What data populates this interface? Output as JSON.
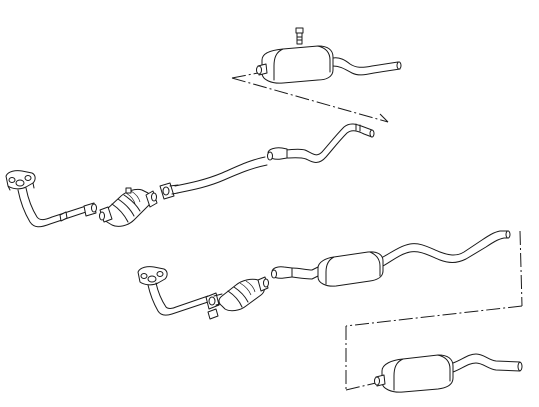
{
  "diagram": {
    "parts": [
      {
        "name": "rear-muffler-upper"
      },
      {
        "name": "muffler-clamp-bolt"
      },
      {
        "name": "intermediate-pipe-upper"
      },
      {
        "name": "catalytic-converter-upper"
      },
      {
        "name": "front-pipe-upper"
      },
      {
        "name": "exhaust-manifold-flange-upper"
      },
      {
        "name": "front-pipe-lower"
      },
      {
        "name": "exhaust-manifold-flange-lower"
      },
      {
        "name": "catalytic-converter-lower"
      },
      {
        "name": "center-muffler-lower"
      },
      {
        "name": "tailpipe-lower"
      },
      {
        "name": "rear-muffler-lower"
      }
    ],
    "colors": {
      "line": "#1a1a1a",
      "background": "#ffffff"
    }
  }
}
